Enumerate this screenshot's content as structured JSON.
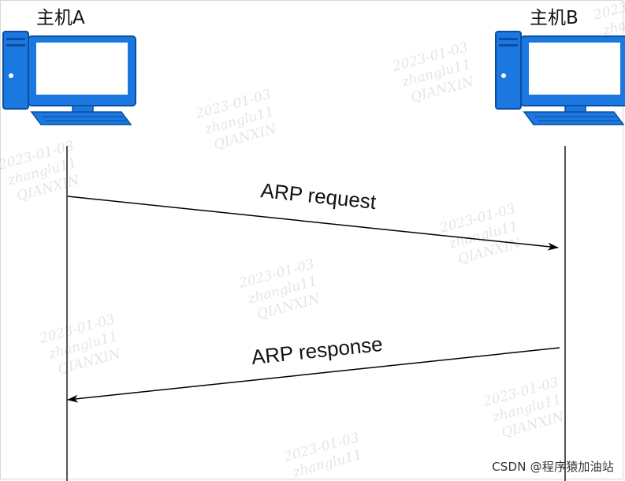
{
  "hosts": {
    "a": {
      "label": "主机A"
    },
    "b": {
      "label": "主机B"
    }
  },
  "messages": {
    "request": {
      "label": "ARP request",
      "from": "主机A",
      "to": "主机B"
    },
    "response": {
      "label": "ARP response",
      "from": "主机B",
      "to": "主机A"
    }
  },
  "watermark": {
    "date": "2023-01-03",
    "user": "zhanglu11",
    "org": "QIANXIN"
  },
  "credit": "CSDN @程序猿加油站",
  "colors": {
    "computer_blue": "#1a78e0",
    "computer_dark": "#0b4e9e",
    "screen": "#ffffff",
    "line": "#000000",
    "lifeline": "#555555"
  }
}
